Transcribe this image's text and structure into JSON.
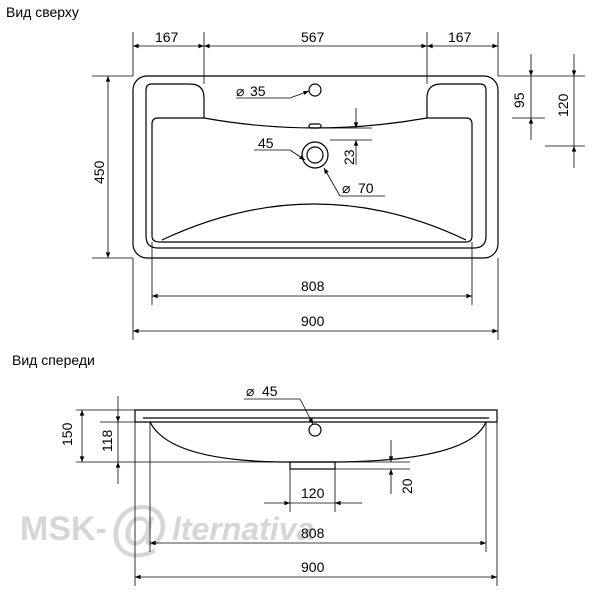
{
  "views": {
    "top_title": "Вид сверху",
    "front_title": "Вид спереди"
  },
  "top_view": {
    "dim_side_left": "167",
    "dim_center": "567",
    "dim_side_right": "167",
    "dim_depth": "450",
    "dim_95": "95",
    "dim_120": "120",
    "dim_23": "23",
    "tap_hole": "35",
    "drain_offset": "45",
    "drain_diameter": "70",
    "dim_inner_width": "808",
    "dim_total_width": "900"
  },
  "front_view": {
    "dim_150": "150",
    "dim_118": "118",
    "hole_diameter": "45",
    "dim_20": "20",
    "dim_120": "120",
    "dim_inner_width": "808",
    "dim_total_width": "900"
  },
  "watermark": {
    "left": "MSK-",
    "at": "@",
    "right": "lternativa"
  },
  "diameter_symbol": "⌀"
}
